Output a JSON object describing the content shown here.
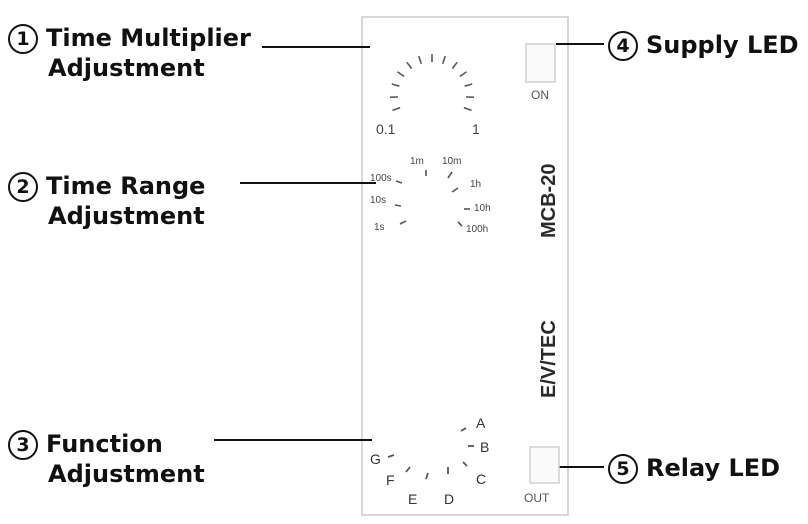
{
  "callouts": [
    {
      "num": "1",
      "line1": "Time Multiplier",
      "line2": "Adjustment"
    },
    {
      "num": "2",
      "line1": "Time Range",
      "line2": "Adjustment"
    },
    {
      "num": "3",
      "line1": "Function",
      "line2": "Adjustment"
    },
    {
      "num": "4",
      "line1": "Supply LED",
      "line2": ""
    },
    {
      "num": "5",
      "line1": "Relay LED",
      "line2": ""
    }
  ],
  "panel": {
    "multiplier_min": "0.1",
    "multiplier_max": "1",
    "range_labels": [
      "100s",
      "1m",
      "10m",
      "1h",
      "10s",
      "10h",
      "1s",
      "100h"
    ],
    "function_letters": [
      "A",
      "B",
      "C",
      "D",
      "E",
      "F",
      "G"
    ],
    "model": "MCB-20",
    "brand": "E/V/TEC",
    "supply_led_label": "ON",
    "relay_led_label": "OUT"
  },
  "colors": {
    "text": "#111111",
    "panel_border": "#d8d8d8",
    "mark": "#555555"
  }
}
